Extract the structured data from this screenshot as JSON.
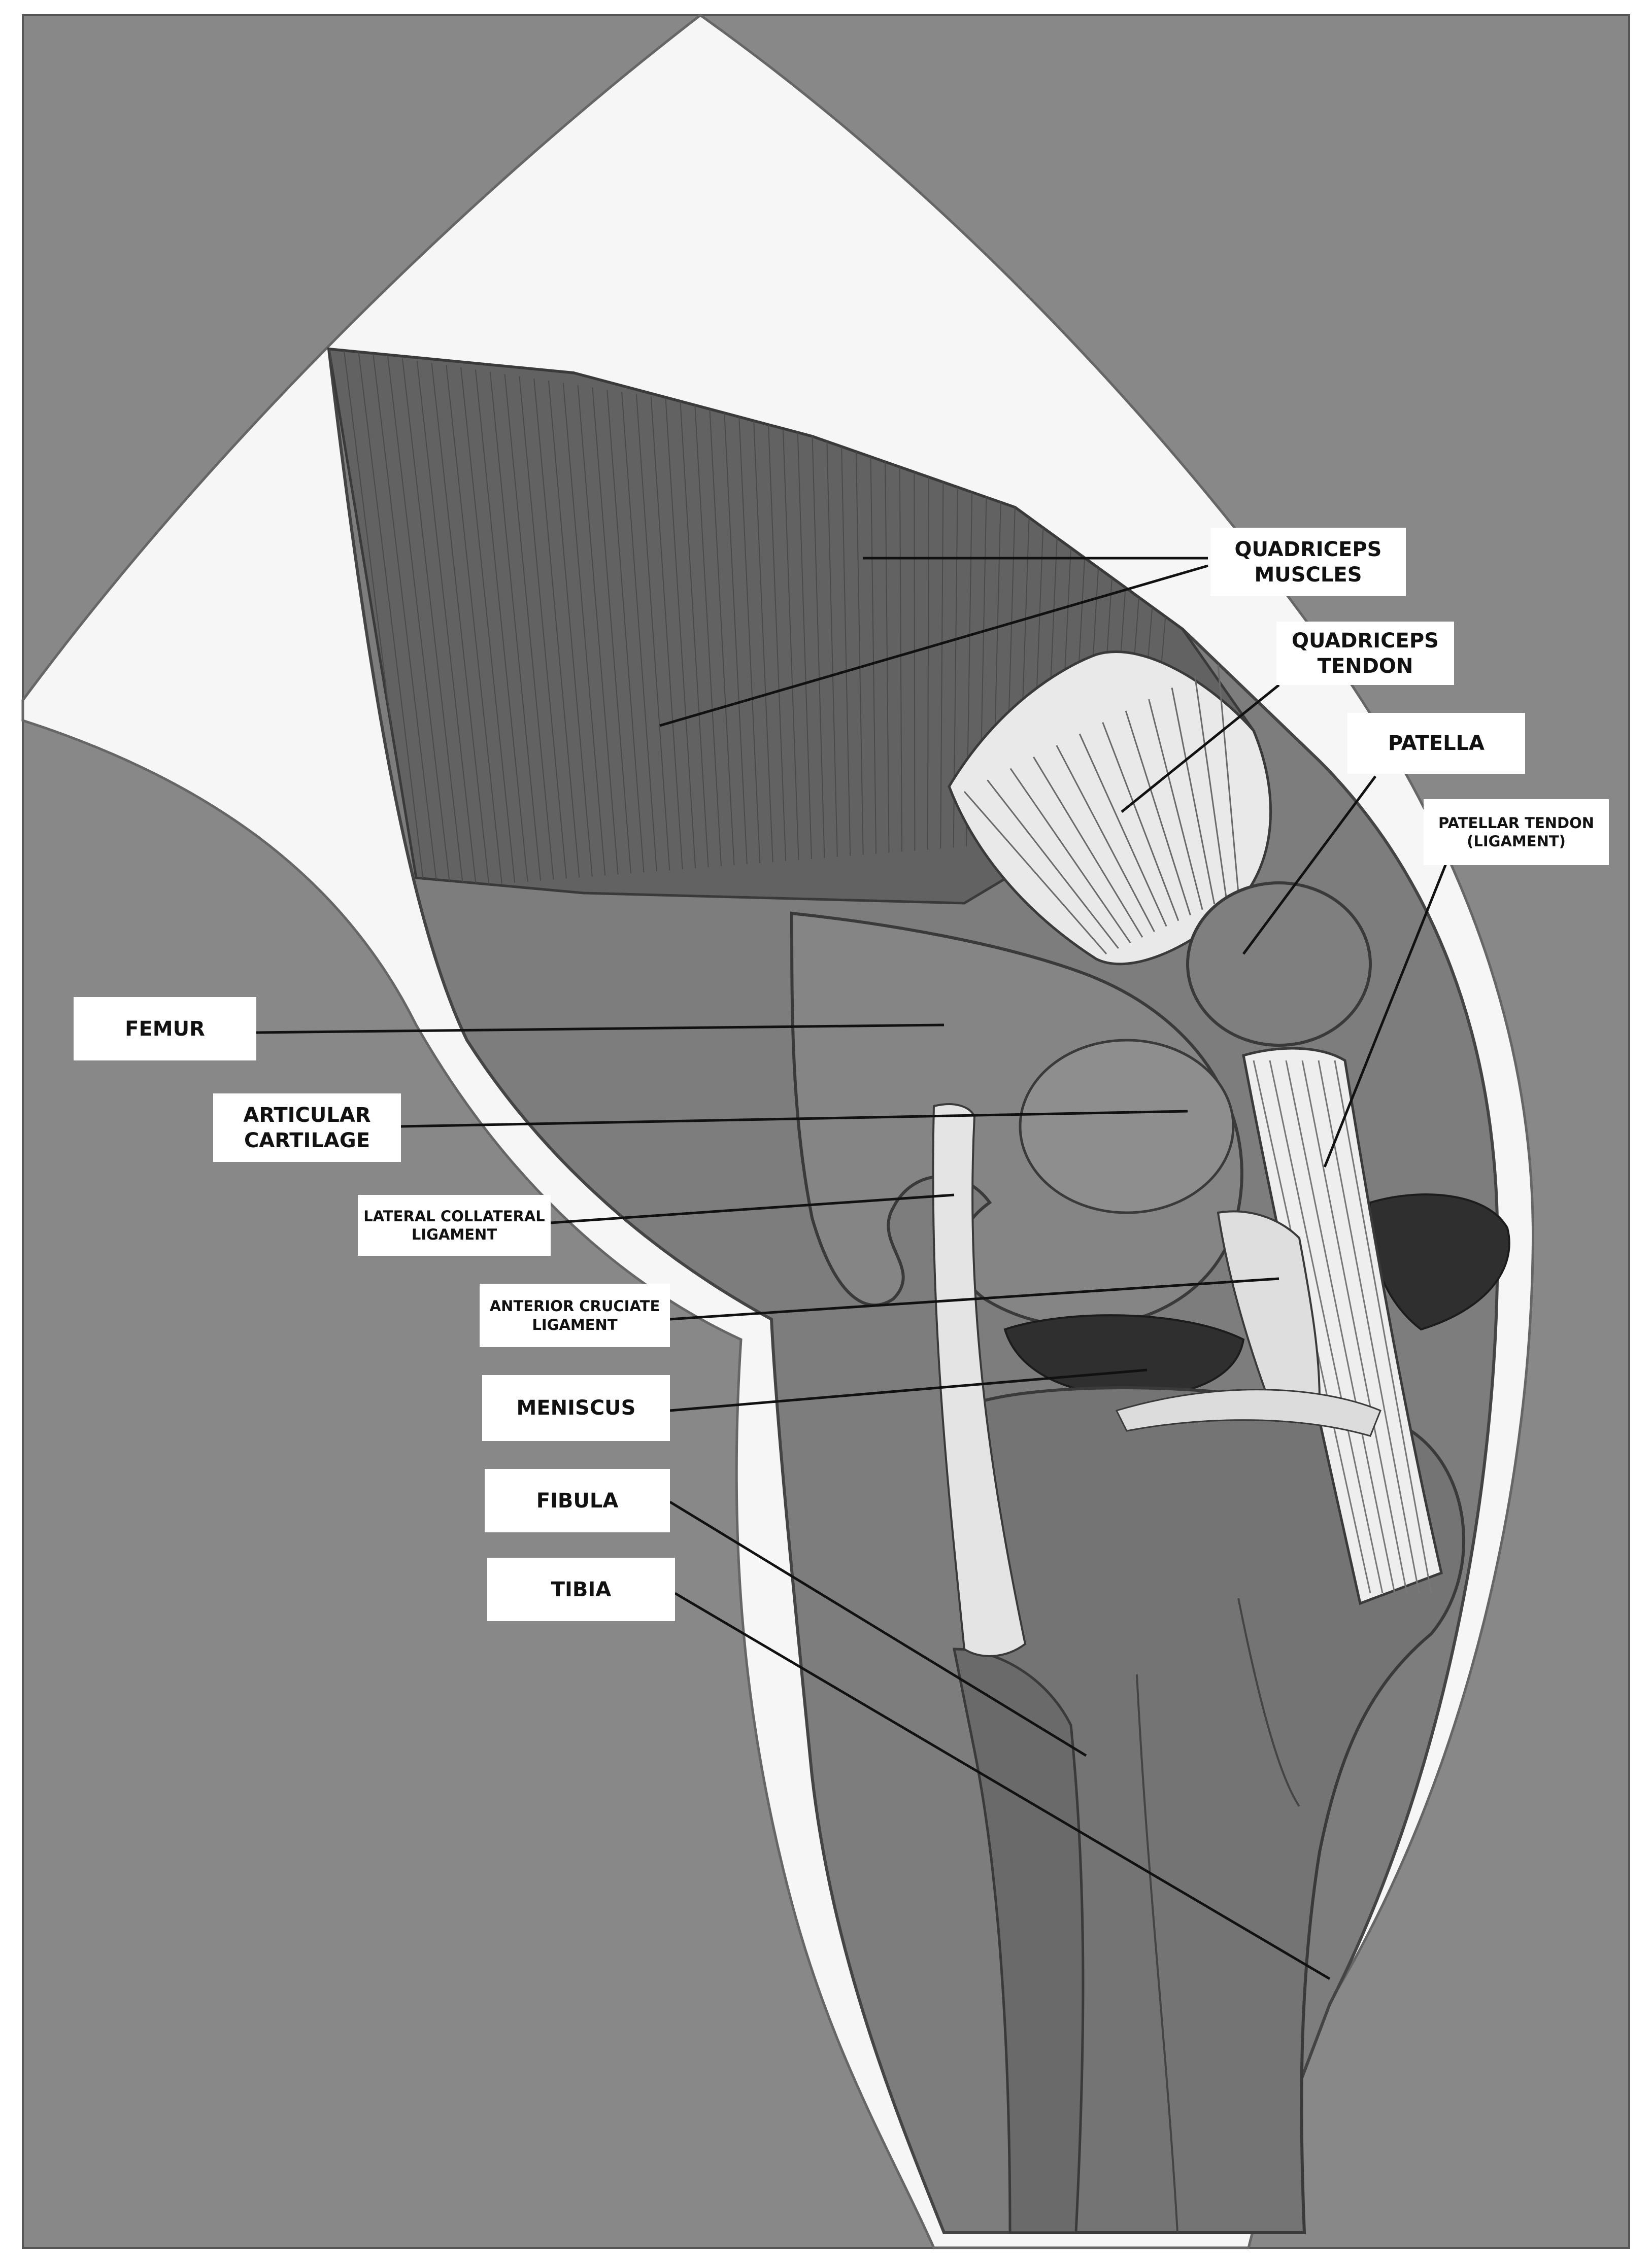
{
  "labels": {
    "quadriceps_muscles": [
      "QUADRICEPS",
      "MUSCLES"
    ],
    "quadriceps_tendon": [
      "QUADRICEPS",
      "TENDON"
    ],
    "patella": [
      "PATELLA"
    ],
    "patellar_tendon": [
      "PATELLAR TENDON",
      "(LIGAMENT)"
    ],
    "femur": [
      "FEMUR"
    ],
    "articular_cartilage": [
      "ARTICULAR",
      "CARTILAGE"
    ],
    "lateral_collateral_ligament": [
      "LATERAL COLLATERAL",
      "LIGAMENT"
    ],
    "anterior_cruciate_ligament": [
      "ANTERIOR CRUCIATE",
      "LIGAMENT"
    ],
    "meniscus": [
      "MENISCUS"
    ],
    "fibula": [
      "FIBULA"
    ],
    "tibia": [
      "TIBIA"
    ]
  },
  "colors": {
    "background": "#888888",
    "skin": "#f6f6f6",
    "tissue": "#7d7d7d",
    "muscle": "#626262",
    "tendon": "#e9e9e9",
    "dark_cavity": "#2f2f2f",
    "outline": "#3a3a3a",
    "leader_line": "#111111"
  }
}
